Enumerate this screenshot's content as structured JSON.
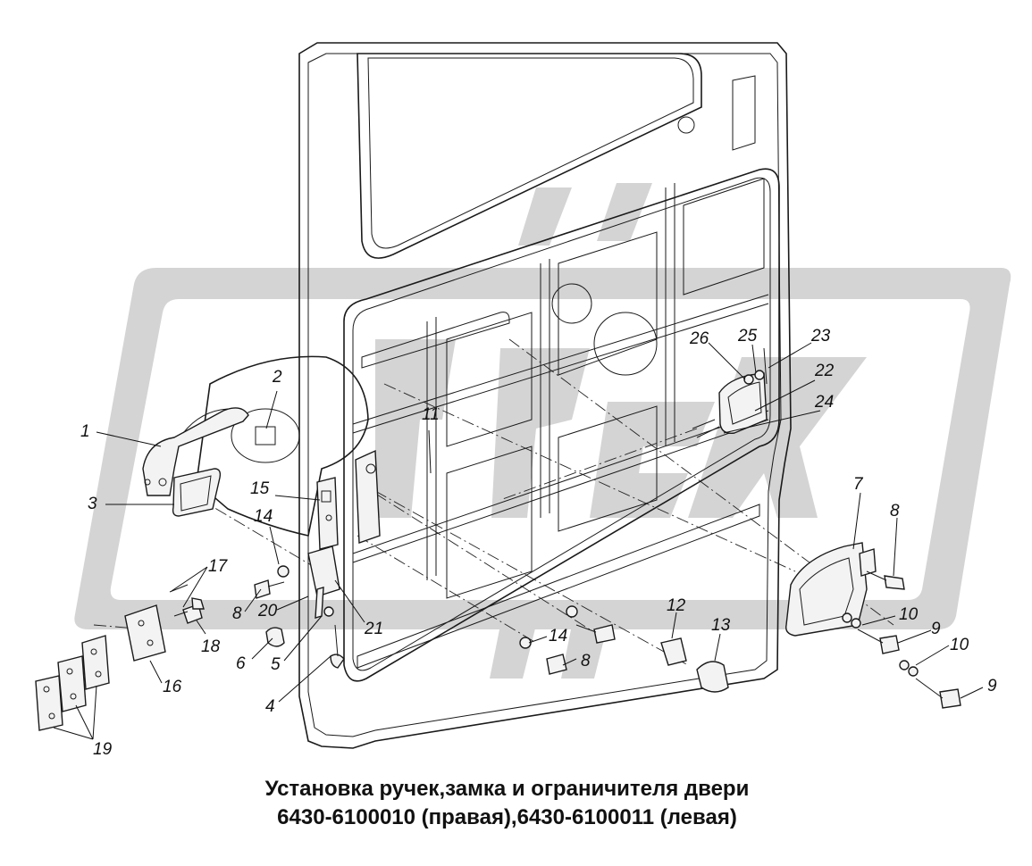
{
  "caption": {
    "line1": "Установка ручек,замка и ограничителя двери",
    "line2": "6430-6100010 (правая),6430-6100011 (левая)"
  },
  "callouts": [
    "1",
    "2",
    "3",
    "4",
    "5",
    "6",
    "7",
    "8",
    "8",
    "8",
    "9",
    "9",
    "10",
    "10",
    "11",
    "12",
    "13",
    "14",
    "14",
    "15",
    "16",
    "17",
    "18",
    "19",
    "20",
    "21",
    "22",
    "23",
    "24",
    "25",
    "26"
  ],
  "colors": {
    "line": "#1a1a1a",
    "watermark": "#d4d4d4",
    "background": "#ffffff"
  }
}
